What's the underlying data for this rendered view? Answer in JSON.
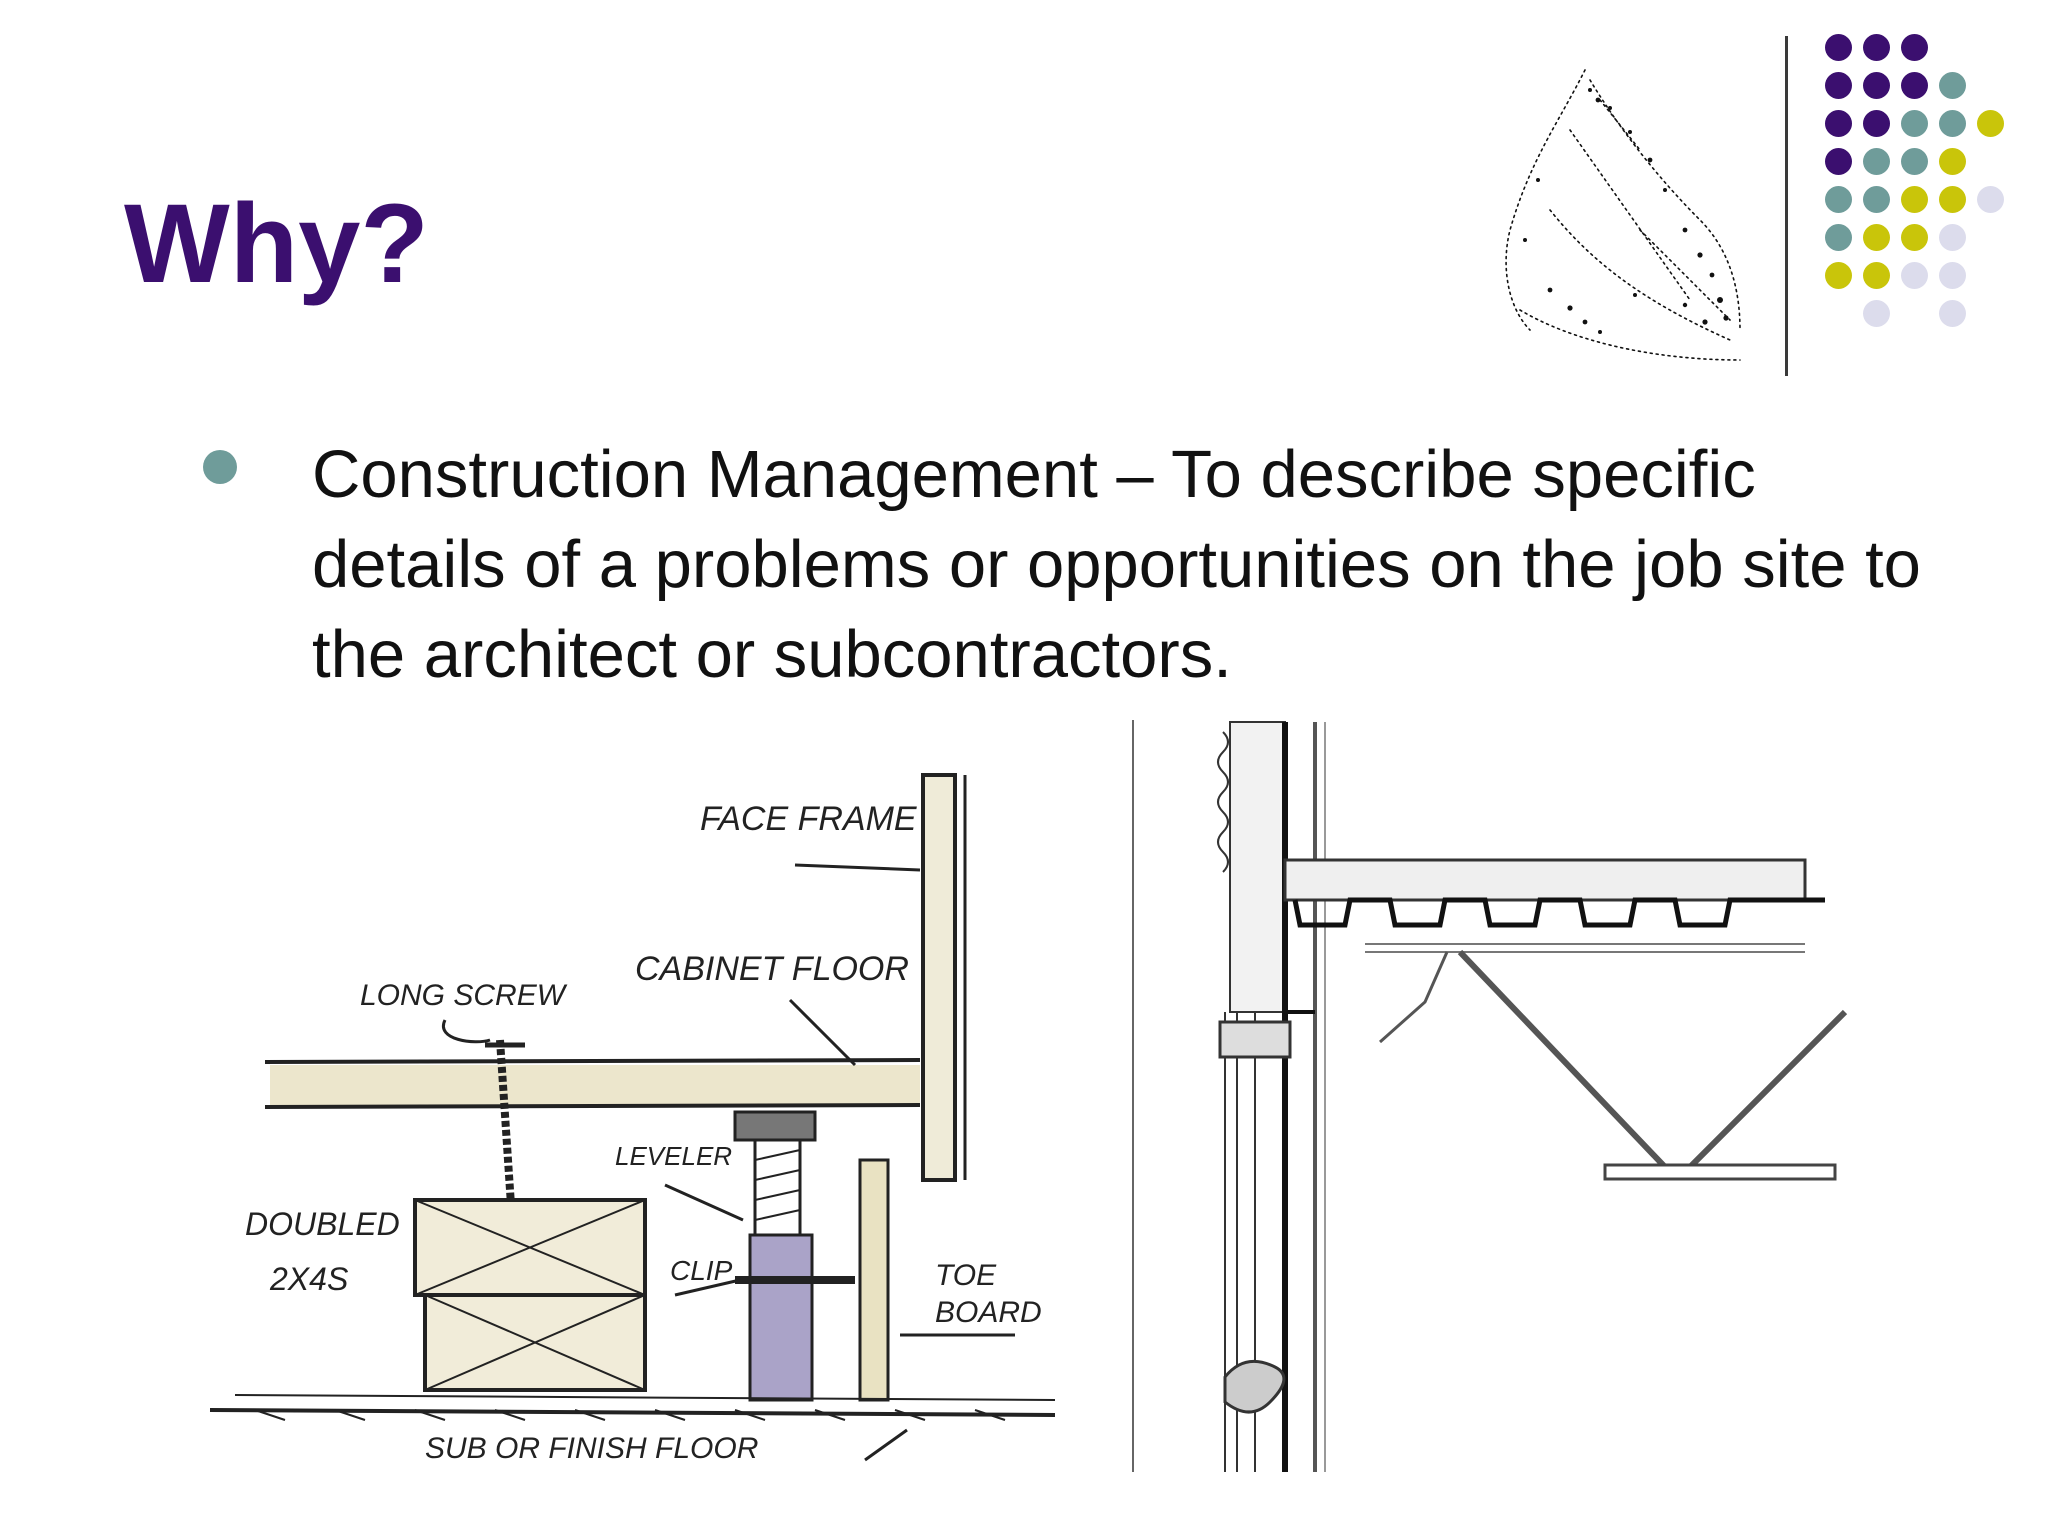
{
  "slide": {
    "title": "Why?",
    "bullets": [
      "Construction Management – To describe specific details of a problems or opportunities on the job site to the architect or subcontractors."
    ]
  },
  "colors": {
    "title": "#3b0f6f",
    "bullet": "#6f9c9a",
    "purple": "#3b0f6f",
    "teal": "#6f9c9a",
    "yellow": "#c9c50a",
    "lavender": "#dcdcec"
  },
  "sketch_labels": {
    "face_frame": "FACE FRAME",
    "cabinet_floor": "CABINET FLOOR",
    "long_screw": "LONG SCREW",
    "leveler": "LEVELER",
    "doubled": "DOUBLED",
    "two_by_four": "2X4S",
    "clip": "CLIP",
    "toe": "TOE",
    "board": "BOARD",
    "sub_floor": "SUB OR FINISH FLOOR"
  },
  "icons": {
    "decoration": "dot-grid-icon",
    "bullet": "bullet-circle-icon"
  }
}
